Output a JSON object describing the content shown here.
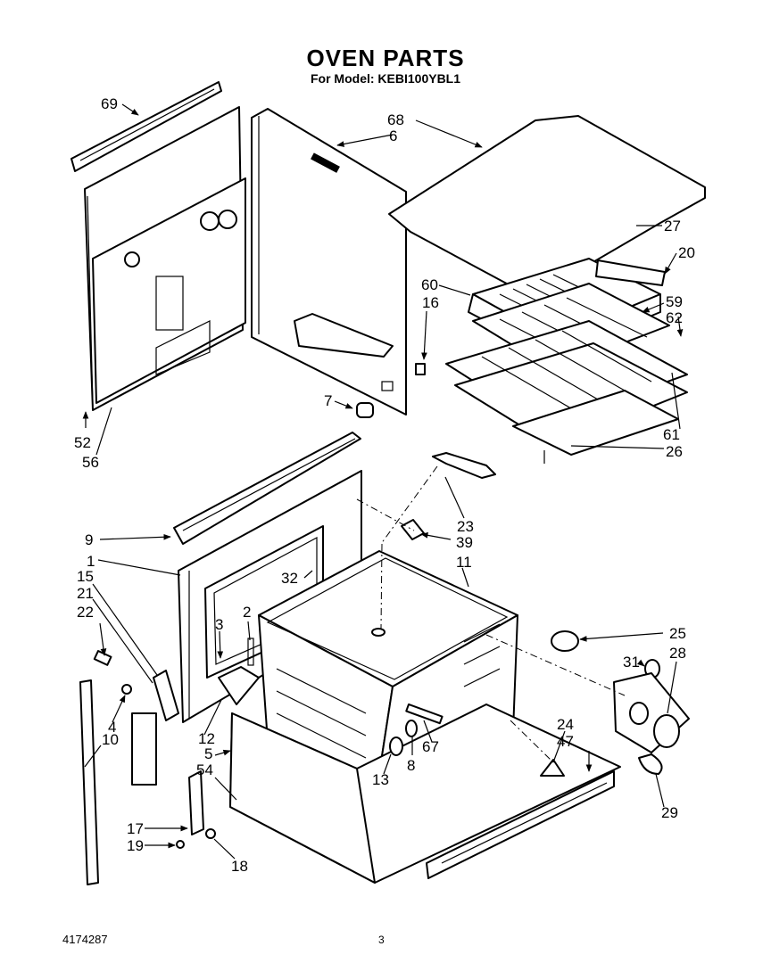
{
  "title": "OVEN PARTS",
  "subtitle": "For Model: KEBI100YBL1",
  "doc_number": "4174287",
  "page_number": "3",
  "callouts": [
    "69",
    "68",
    "6",
    "27",
    "20",
    "60",
    "16",
    "59",
    "62",
    "61",
    "26",
    "52",
    "56",
    "7",
    "23",
    "39",
    "11",
    "9",
    "1",
    "15",
    "21",
    "22",
    "32",
    "2",
    "3",
    "25",
    "31",
    "28",
    "4",
    "10",
    "12",
    "5",
    "54",
    "8",
    "67",
    "13",
    "24",
    "47",
    "29",
    "17",
    "19",
    "18"
  ]
}
